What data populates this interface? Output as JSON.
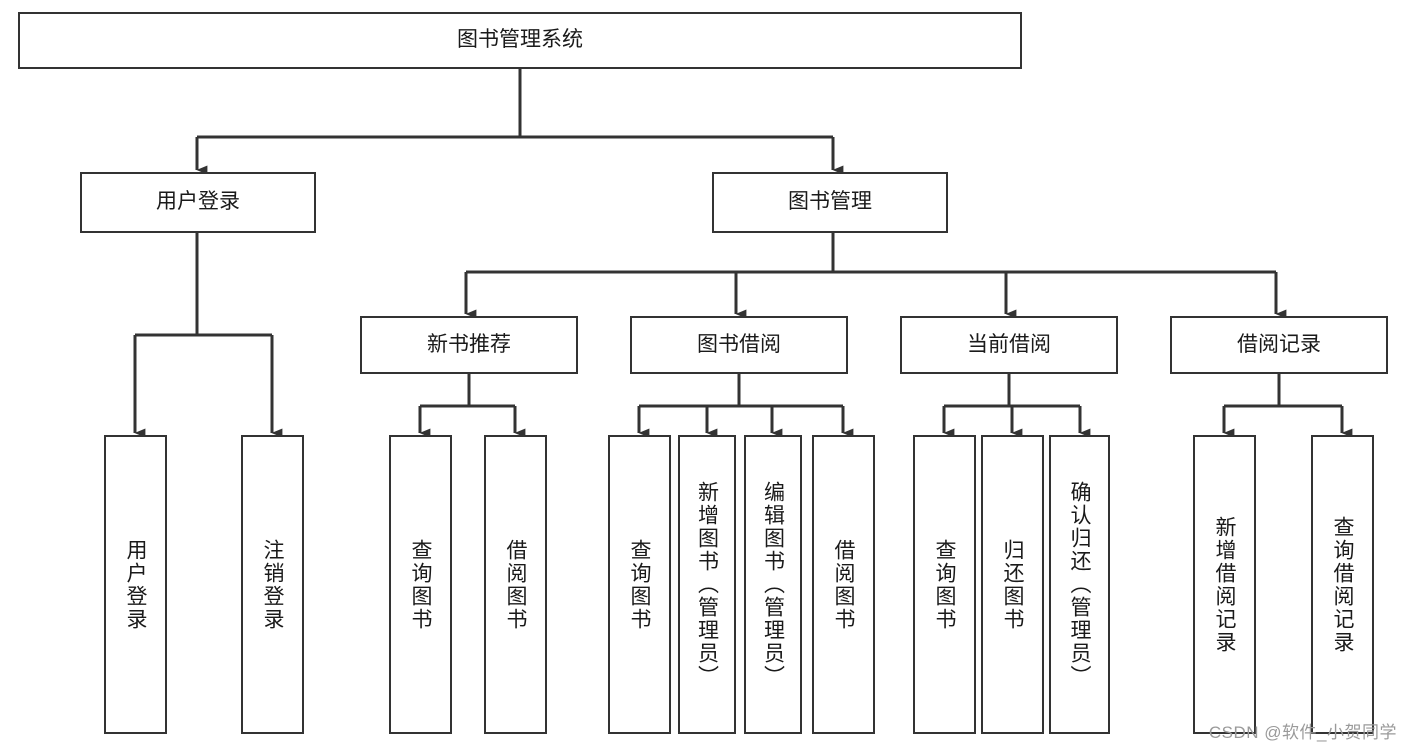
{
  "diagram": {
    "type": "tree-hierarchy",
    "title": "图书管理系统",
    "watermark": "CSDN @软件_小贺同学",
    "colors": {
      "stroke": "#333333",
      "fill": "#ffffff",
      "text": "#1a1a1a",
      "watermark": "#9a9a9a"
    },
    "nodes": {
      "root": {
        "label": "图书管理系统",
        "level": 0
      },
      "level1": [
        {
          "id": "user-login",
          "label": "用户登录"
        },
        {
          "id": "book-manage",
          "label": "图书管理"
        }
      ],
      "level2": [
        {
          "id": "new-book-recommend",
          "label": "新书推荐",
          "parent": "book-manage"
        },
        {
          "id": "book-borrow",
          "label": "图书借阅",
          "parent": "book-manage"
        },
        {
          "id": "current-borrow",
          "label": "当前借阅",
          "parent": "book-manage"
        },
        {
          "id": "borrow-record",
          "label": "借阅记录",
          "parent": "book-manage"
        }
      ],
      "leaves": [
        {
          "id": "leaf-user-login",
          "label": "用户登录",
          "parent": "user-login"
        },
        {
          "id": "leaf-logout-login",
          "label": "注销登录",
          "parent": "user-login"
        },
        {
          "id": "leaf-query-book-1",
          "label": "查询图书",
          "parent": "new-book-recommend"
        },
        {
          "id": "leaf-borrow-book-1",
          "label": "借阅图书",
          "parent": "new-book-recommend"
        },
        {
          "id": "leaf-query-book-2",
          "label": "查询图书",
          "parent": "book-borrow"
        },
        {
          "id": "leaf-add-book",
          "label": "新增图书（管理员）",
          "parent": "book-borrow"
        },
        {
          "id": "leaf-edit-book",
          "label": "编辑图书（管理员）",
          "parent": "book-borrow"
        },
        {
          "id": "leaf-borrow-book-2",
          "label": "借阅图书",
          "parent": "book-borrow"
        },
        {
          "id": "leaf-query-book-3",
          "label": "查询图书",
          "parent": "current-borrow"
        },
        {
          "id": "leaf-return-book",
          "label": "归还图书",
          "parent": "current-borrow"
        },
        {
          "id": "leaf-confirm-return",
          "label": "确认归还（管理员）",
          "parent": "current-borrow"
        },
        {
          "id": "leaf-add-record",
          "label": "新增借阅记录",
          "parent": "borrow-record"
        },
        {
          "id": "leaf-query-record",
          "label": "查询借阅记录",
          "parent": "borrow-record"
        }
      ]
    }
  }
}
